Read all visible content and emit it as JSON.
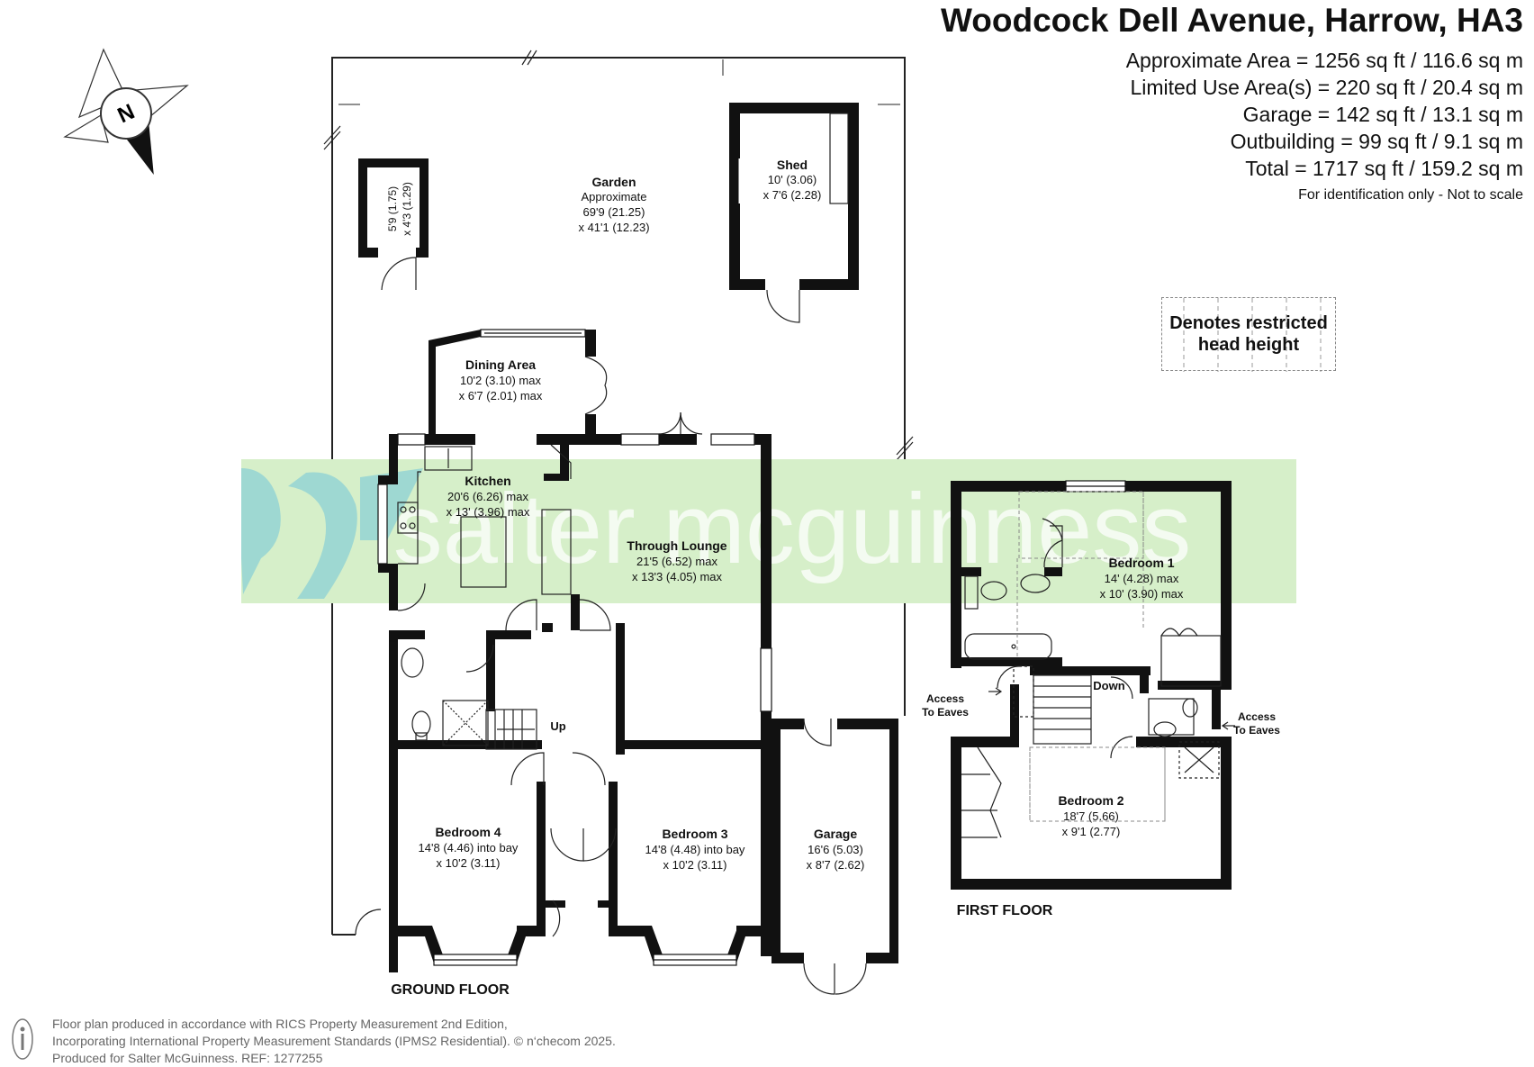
{
  "title": "Woodcock Dell Avenue, Harrow, HA3",
  "areas": [
    "Approximate Area = 1256 sq ft / 116.6 sq m",
    "Limited Use Area(s) = 220 sq ft / 20.4 sq m",
    "Garage = 142 sq ft / 13.1 sq m",
    "Outbuilding = 99 sq ft / 9.1 sq m",
    "Total = 1717 sq ft / 159.2 sq m"
  ],
  "note": "For identification only - Not to scale",
  "legend": {
    "line1": "Denotes restricted",
    "line2": "head height"
  },
  "compass": {
    "label": "N"
  },
  "watermark": "salter mcguinness",
  "rooms": {
    "garden": {
      "name": "Garden",
      "l1": "Approximate",
      "l2": "69'9 (21.25)",
      "l3": "x 41'1 (12.23)"
    },
    "shed": {
      "name": "Shed",
      "l1": "10' (3.06)",
      "l2": "x 7'6 (2.28)"
    },
    "outbuilding": {
      "l1": "5'9 (1.75)",
      "l2": "x 4'3 (1.29)"
    },
    "dining": {
      "name": "Dining Area",
      "l1": "10'2 (3.10) max",
      "l2": "x 6'7 (2.01) max"
    },
    "kitchen": {
      "name": "Kitchen",
      "l1": "20'6 (6.26) max",
      "l2": "x 13' (3.96) max"
    },
    "lounge": {
      "name": "Through Lounge",
      "l1": "21'5 (6.52) max",
      "l2": "x 13'3 (4.05) max"
    },
    "bed4": {
      "name": "Bedroom 4",
      "l1": "14'8 (4.46) into bay",
      "l2": "x 10'2 (3.11)"
    },
    "bed3": {
      "name": "Bedroom 3",
      "l1": "14'8 (4.48) into bay",
      "l2": "x 10'2 (3.11)"
    },
    "garage": {
      "name": "Garage",
      "l1": "16'6 (5.03)",
      "l2": "x 8'7 (2.62)"
    },
    "bed1": {
      "name": "Bedroom 1",
      "l1": "14' (4.28) max",
      "l2": "x 10' (3.90) max"
    },
    "bed2": {
      "name": "Bedroom 2",
      "l1": "18'7 (5.66)",
      "l2": "x 9'1 (2.77)"
    }
  },
  "labels": {
    "up": "Up",
    "down": "Down",
    "eaves_left_1": "Access",
    "eaves_left_2": "To Eaves",
    "eaves_right_1": "Access",
    "eaves_right_2": "To Eaves",
    "ground_floor": "GROUND FLOOR",
    "first_floor": "FIRST FLOOR"
  },
  "footer": {
    "line1": "Floor plan produced in accordance with RICS Property Measurement 2nd Edition,",
    "line2": "Incorporating International Property Measurement Standards (IPMS2 Residential).  © n‘checom 2025.",
    "line3": "Produced for Salter McGuinness.   REF: 1277255"
  },
  "colors": {
    "wall": "#111111",
    "watermark_band": "#d6efc9",
    "watermark_logo": "#9ed8d2",
    "watermark_text": "#ffffff"
  }
}
